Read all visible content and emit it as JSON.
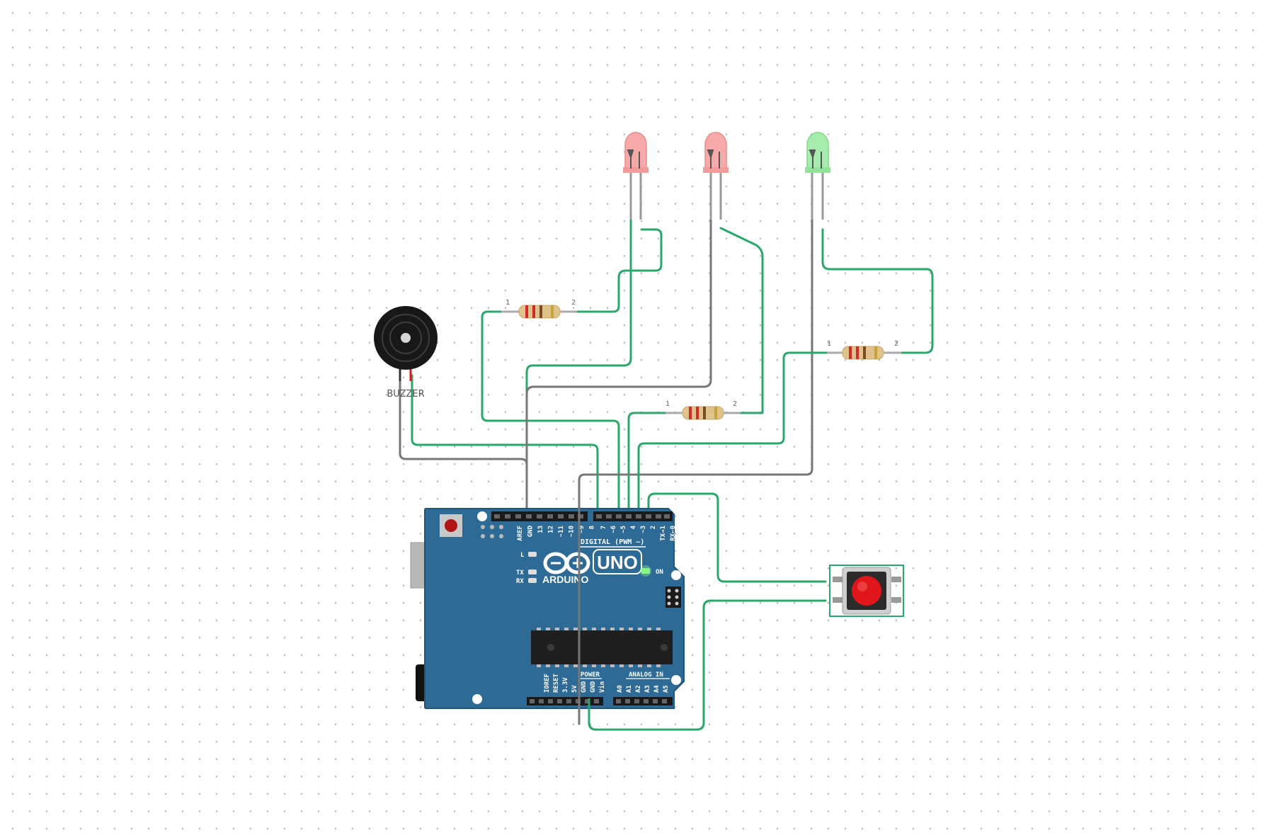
{
  "canvas": {
    "grid": "dotted"
  },
  "colors": {
    "wire_green": "#2aa86b",
    "wire_gray": "#777777",
    "board": "#2e6a96",
    "led_red": "#f7a9a9",
    "led_green": "#a6ecac",
    "button_cap": "#e0161b"
  },
  "components": {
    "buzzer": {
      "label": "BUZZER"
    },
    "resistors": [
      {
        "id": "r1",
        "pin1": "1",
        "pin2": "2"
      },
      {
        "id": "r2",
        "pin1": "1",
        "pin2": "2"
      },
      {
        "id": "r3",
        "pin1": "1",
        "pin2": "2"
      }
    ],
    "leds": [
      {
        "id": "led1",
        "color": "red"
      },
      {
        "id": "led2",
        "color": "red"
      },
      {
        "id": "led3",
        "color": "green"
      }
    ],
    "pushbutton": {
      "id": "btn1"
    }
  },
  "arduino": {
    "brand": "ARDUINO",
    "model": "UNO",
    "digital_label": "DIGITAL (PWM ~)",
    "power_label": "POWER",
    "analog_label": "ANALOG IN",
    "on_label": "ON",
    "l_label": "L",
    "tx_label": "TX",
    "rx_label": "RX",
    "digital_pins_left": [
      "AREF",
      "GND",
      "13",
      "12",
      "~11",
      "~10",
      "~9",
      "8"
    ],
    "digital_pins_right": [
      "7",
      "~6",
      "~5",
      "4",
      "~3",
      "2",
      "TX→1",
      "RX←0"
    ],
    "power_pins": [
      "IOREF",
      "RESET",
      "3.3V",
      "5V",
      "GND",
      "GND",
      "Vin"
    ],
    "analog_pins": [
      "A0",
      "A1",
      "A2",
      "A3",
      "A4",
      "A5"
    ]
  }
}
